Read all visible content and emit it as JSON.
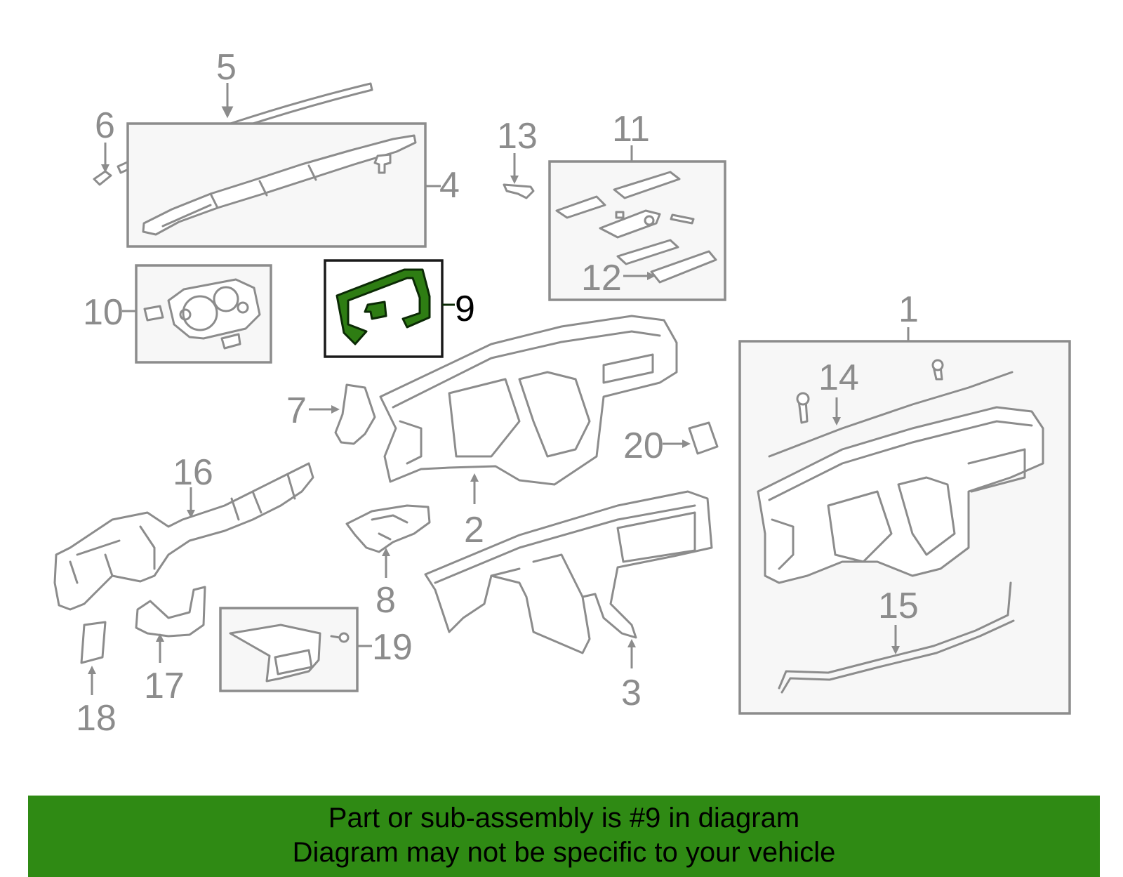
{
  "diagram": {
    "highlight_color": "#2e7d13",
    "callouts": [
      {
        "id": "1",
        "label": "1"
      },
      {
        "id": "2",
        "label": "2"
      },
      {
        "id": "3",
        "label": "3"
      },
      {
        "id": "4",
        "label": "4"
      },
      {
        "id": "5",
        "label": "5"
      },
      {
        "id": "6",
        "label": "6"
      },
      {
        "id": "7",
        "label": "7"
      },
      {
        "id": "8",
        "label": "8"
      },
      {
        "id": "9",
        "label": "9",
        "highlighted": true
      },
      {
        "id": "10",
        "label": "10"
      },
      {
        "id": "11",
        "label": "11"
      },
      {
        "id": "12",
        "label": "12"
      },
      {
        "id": "13",
        "label": "13"
      },
      {
        "id": "14",
        "label": "14"
      },
      {
        "id": "15",
        "label": "15"
      },
      {
        "id": "16",
        "label": "16"
      },
      {
        "id": "17",
        "label": "17"
      },
      {
        "id": "18",
        "label": "18"
      },
      {
        "id": "19",
        "label": "19"
      },
      {
        "id": "20",
        "label": "20"
      }
    ]
  },
  "banner": {
    "background": "#2f8a14",
    "line1": "Part or sub-assembly is #9 in diagram",
    "line2": "Diagram may not be specific to your vehicle"
  }
}
